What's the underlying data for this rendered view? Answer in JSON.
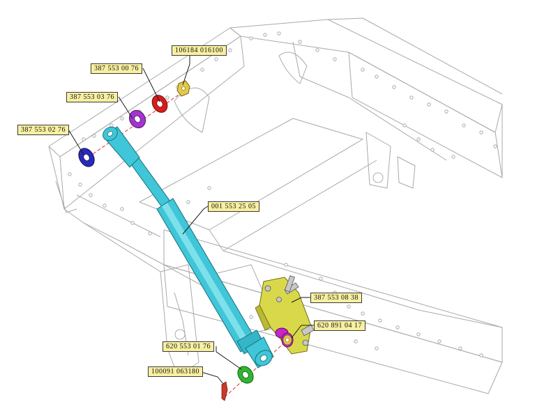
{
  "labels": {
    "nut": "106184 016100",
    "washer_red": "387 553 00 76",
    "washer_purple": "387 553 03 76",
    "washer_blue": "387 553 02 76",
    "cylinder": "001 553 25 05",
    "bracket": "387 553 08 38",
    "bushing": "620 891 04 17",
    "washer_green": "620 553 01 76",
    "pin": "100091 063180"
  },
  "colors": {
    "cylinder": "#3fc6d8",
    "bracket": "#d8d84a",
    "washer_red": "#d81c1c",
    "washer_purple": "#a235d0",
    "washer_blue": "#2a2ab8",
    "washer_green": "#2fb52f",
    "bushing": "#c825c8",
    "nut": "#e2c948",
    "label_bg": "#f8f0a0"
  }
}
